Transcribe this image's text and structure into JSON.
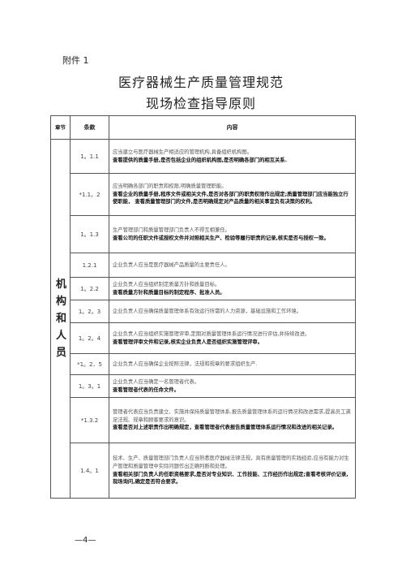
{
  "annex_label": "附件 1",
  "title_line1": "医疗器械生产质量管理规范",
  "title_line2": "现场检查指导原则",
  "headers": {
    "chapter": "章节",
    "clause": "条款",
    "content": "内容"
  },
  "chapter_name": "机构和人员",
  "rows": [
    {
      "clause": "1。1.1",
      "requirement": "应当建立与医疗器械生产相适应的管理机构,具备组织机构图。",
      "check": "查看提供的质量手册,是否包括企业的组织机构图,是否明确各部门的相互关系."
    },
    {
      "clause": "*1.1。2",
      "requirement": "应当明确各部门的职责和权限,明确质量管理职能。",
      "check": "查看企业的质量手册,程序文件或相关文件,是否对各部门的职责权限作出规定;质量管理部门应当能独立行使职能， 查看质量管理部门的文件,是否明确规定对产品质量的相关事宜负有决策的权利。"
    },
    {
      "clause": "1。1.3",
      "requirement": "生产管理部门和质量管理部门负责人不得互相兼任。",
      "check": "查看公司的任职文件或授权文件并对照相关生产、检验等履行职责的记录,核实是否与授权一致。"
    },
    {
      "clause": "1.2.1",
      "requirement": "企业负责人应当是医疗器械产品质量的主要责任人。",
      "check": ""
    },
    {
      "clause": "1。2.2",
      "requirement": "企业负责人应当组织制定质量方针和质量目标。",
      "check": "查看质量方针和质量目标的制定程序、批准人员。"
    },
    {
      "clause": "1。2。3",
      "requirement": "企业负责人应当确保质量管理体系有效运行所需的人力资源，基础设施和工作环境。",
      "check": ""
    },
    {
      "clause": "1。2。4",
      "requirement": "企业负责人应当组织实施管理评审,定期对质量管理体系运行情况进行评估,并持续改进。",
      "check": "查看管理评审文件和记录,核实企业负责人是否组织实施管理评审。"
    },
    {
      "clause": "*1。2．5",
      "requirement": "企业负责人应当确保企业按照法律，法规和规章的要求组织生产.",
      "check": ""
    },
    {
      "clause": "1。3。1",
      "requirement": "企业负责人应当确定一名管理者代表。",
      "check": "查看管理者代表的任命文件。"
    },
    {
      "clause": "*1.3.2",
      "requirement": "管理者代表应当负责建立、实施并保持质量管理体系,报告质量管理体系的运行情况和改进需求,提高员工满足法规、规章和顾客要求的意识。",
      "check": "查看是否对上述职责作出明确规定，查看管理者代表报告质量管理体系运行情况和改进的相关记录。"
    },
    {
      "clause": "1.4。1",
      "requirement": "技术、生产、质量管理部门负责人应当熟悉医疗器械法律法规，具有质量管理的实践经验,应当有能力对生产管理和质量管理中实际问题作出正确判断和处理。",
      "check": "查看相关部门负责人的任职资格要求,是否对专业知识、工作技能、工作经历作出规定;查看考核评价记录,现场询问,确定是否符合要求。"
    }
  ],
  "page_number": "—4—"
}
